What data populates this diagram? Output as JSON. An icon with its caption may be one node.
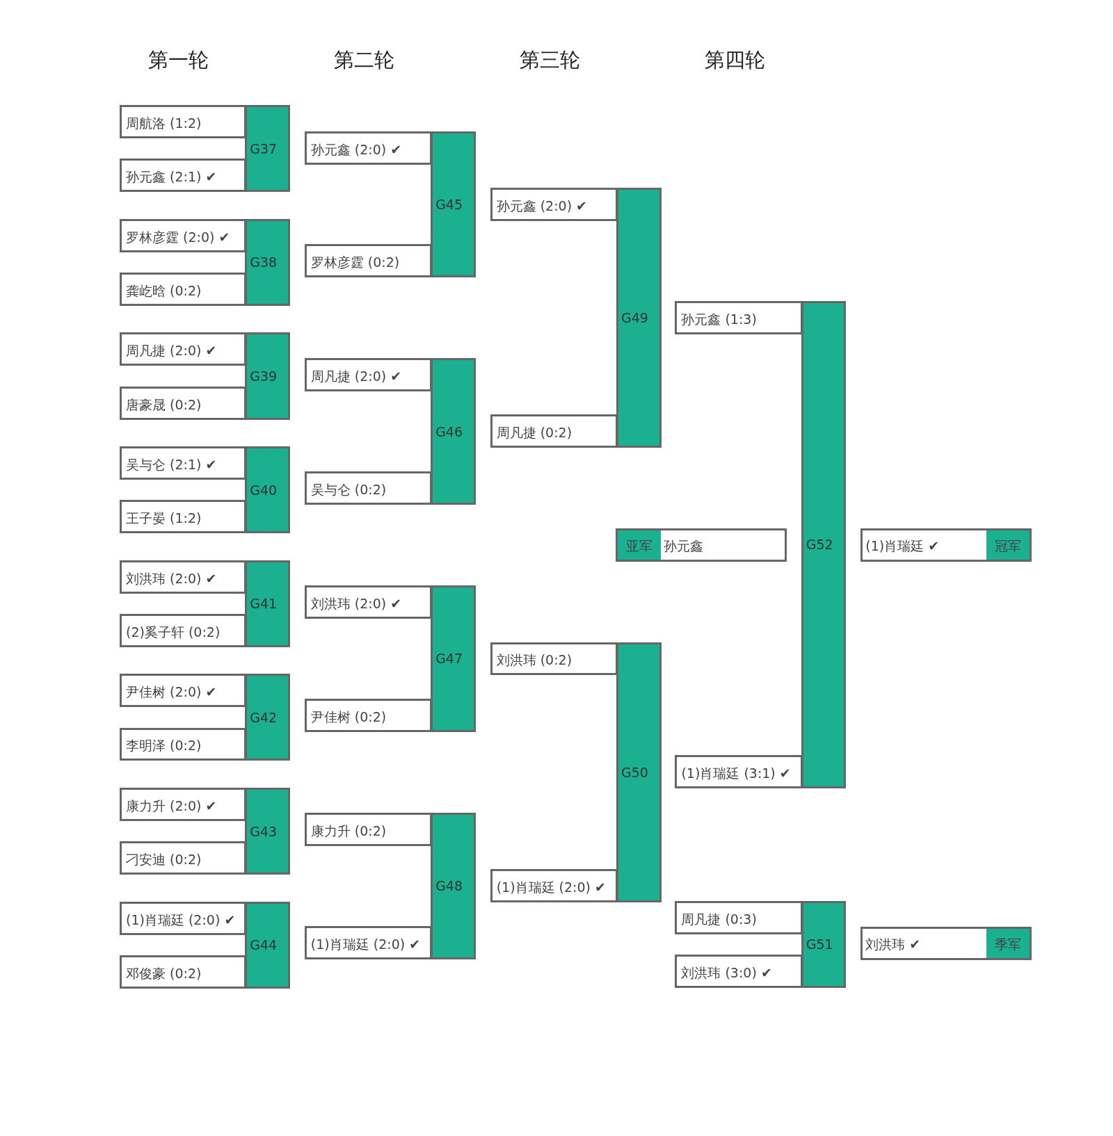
{
  "diagram": {
    "nodes": [
      {
        "text": [
          "周航洛 (1:2)"
        ]
      },
      {
        "text": [
          "孙元鑫 (2:1) ✔"
        ]
      },
      {
        "text": [
          "G37"
        ]
      },
      {
        "text": [
          "罗林彦霆 (2:0) ✔"
        ]
      },
      {
        "text": [
          "龚屹晗 (0:2)"
        ]
      },
      {
        "text": [
          "G38"
        ]
      },
      {
        "text": [
          "周凡捷 (2:0) ✔"
        ]
      },
      {
        "text": [
          "唐豪晟 (0:2)"
        ]
      },
      {
        "text": [
          "G39"
        ]
      },
      {
        "text": [
          "吴与仑 (2:1) ✔"
        ]
      },
      {
        "text": [
          "王子晏 (1:2)"
        ]
      },
      {
        "text": [
          "G40"
        ]
      },
      {
        "text": [
          "刘洪玮 (2:0) ✔"
        ]
      },
      {
        "text": [
          "(2)奚子轩 (0:2)"
        ]
      },
      {
        "text": [
          "G41"
        ]
      },
      {
        "text": [
          "尹佳树 (2:0) ✔"
        ]
      },
      {
        "text": [
          "李明泽 (0:2)"
        ]
      },
      {
        "text": [
          "G42"
        ]
      },
      {
        "text": [
          "康力升 (2:0) ✔"
        ]
      },
      {
        "text": [
          "刁安迪 (0:2)"
        ]
      },
      {
        "text": [
          "G43"
        ]
      },
      {
        "text": [
          "(1)肖瑞廷 (2:0) ✔"
        ]
      },
      {
        "text": [
          "邓俊豪 (0:2)"
        ]
      },
      {
        "text": [
          "G44"
        ]
      },
      {
        "text": [
          "孙元鑫 (2:0) ✔"
        ]
      },
      {
        "text": [
          "罗林彦霆 (0:2)"
        ]
      },
      {
        "text": [
          "G45"
        ]
      },
      {
        "text": [
          "周凡捷 (2:0) ✔"
        ]
      },
      {
        "text": [
          "吴与仑 (0:2)"
        ]
      },
      {
        "text": [
          "G46"
        ]
      },
      {
        "text": [
          "刘洪玮 (2:0) ✔"
        ]
      },
      {
        "text": [
          "尹佳树 (0:2)"
        ]
      },
      {
        "text": [
          "G47"
        ]
      },
      {
        "text": [
          "康力升 (0:2)"
        ]
      },
      {
        "text": [
          "(1)肖瑞廷 (2:0) ✔"
        ]
      },
      {
        "text": [
          "G48"
        ]
      },
      {
        "text": [
          "孙元鑫 (2:0) ✔"
        ]
      },
      {
        "text": [
          "周凡捷 (0:2)"
        ]
      },
      {
        "text": [
          "G49"
        ]
      },
      {
        "text": [
          "刘洪玮 (0:2)"
        ]
      },
      {
        "text": [
          "(1)肖瑞廷 (2:0) ✔"
        ]
      },
      {
        "text": [
          "G50"
        ]
      },
      {
        "text": [
          "孙元鑫 (1:3)"
        ]
      },
      {
        "text": [
          "(1)肖瑞廷 (3:1) ✔"
        ]
      },
      {
        "text": [
          "G52"
        ]
      },
      {
        "text": [
          "周凡捷 (0:3)"
        ]
      },
      {
        "text": [
          "刘洪玮 (3:0) ✔"
        ]
      },
      {
        "text": [
          "G51"
        ]
      },
      {
        "text": [
          "亚军",
          "孙元鑫"
        ]
      },
      {
        "text": [
          "(1)肖瑞廷 ✔",
          "冠军"
        ]
      },
      {
        "text": [
          "刘洪玮 ✔",
          "季军"
        ]
      }
    ],
    "labels": [
      "第一轮",
      "第二轮",
      "第三轮",
      "第四轮"
    ]
  }
}
